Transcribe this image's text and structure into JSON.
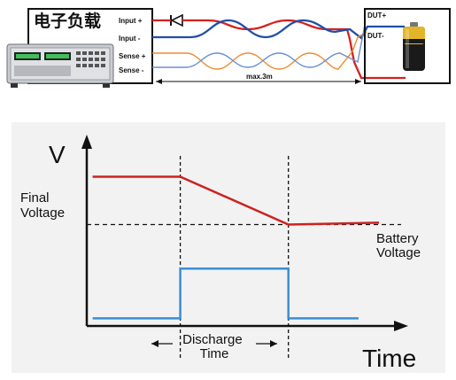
{
  "wiring": {
    "load_title": "电子负载",
    "terminals": [
      "Input +",
      "Input -",
      "Sense +",
      "Sense -"
    ],
    "dut_plus": "DUT+",
    "dut_minus": "DUT-",
    "distance": "max.3m",
    "colors": {
      "positive": "#d62020",
      "negative": "#1f4fa8",
      "sense_positive": "#f08a2c",
      "sense_negative": "#6a8fd0"
    }
  },
  "chart": {
    "y_axis_label": "V",
    "x_axis_label": "Time",
    "final_voltage_label": [
      "Final",
      "Voltage"
    ],
    "battery_voltage_label": [
      "Battery",
      "Voltage"
    ],
    "discharge_time_label": [
      "Discharge",
      "Time"
    ],
    "colors": {
      "voltage": "#cc2222",
      "current": "#3a8fd6",
      "panel_bg": "#f2f2f2"
    }
  },
  "chart_data": {
    "type": "line",
    "series": [
      {
        "kind": "voltage",
        "points": [
          [
            0.02,
            0.78
          ],
          [
            0.32,
            0.78
          ],
          [
            0.69,
            0.53
          ],
          [
            1.0,
            0.54
          ]
        ]
      },
      {
        "kind": "current",
        "points": [
          [
            0.02,
            0.04
          ],
          [
            0.32,
            0.04
          ],
          [
            0.32,
            0.3
          ],
          [
            0.69,
            0.3
          ],
          [
            0.69,
            0.04
          ],
          [
            0.93,
            0.04
          ]
        ]
      }
    ],
    "markers": {
      "discharge_start": 0.32,
      "discharge_end": 0.69,
      "battery_voltage_level": 0.53
    },
    "xlim": [
      0,
      1.1
    ],
    "ylim": [
      0,
      1.0
    ]
  }
}
